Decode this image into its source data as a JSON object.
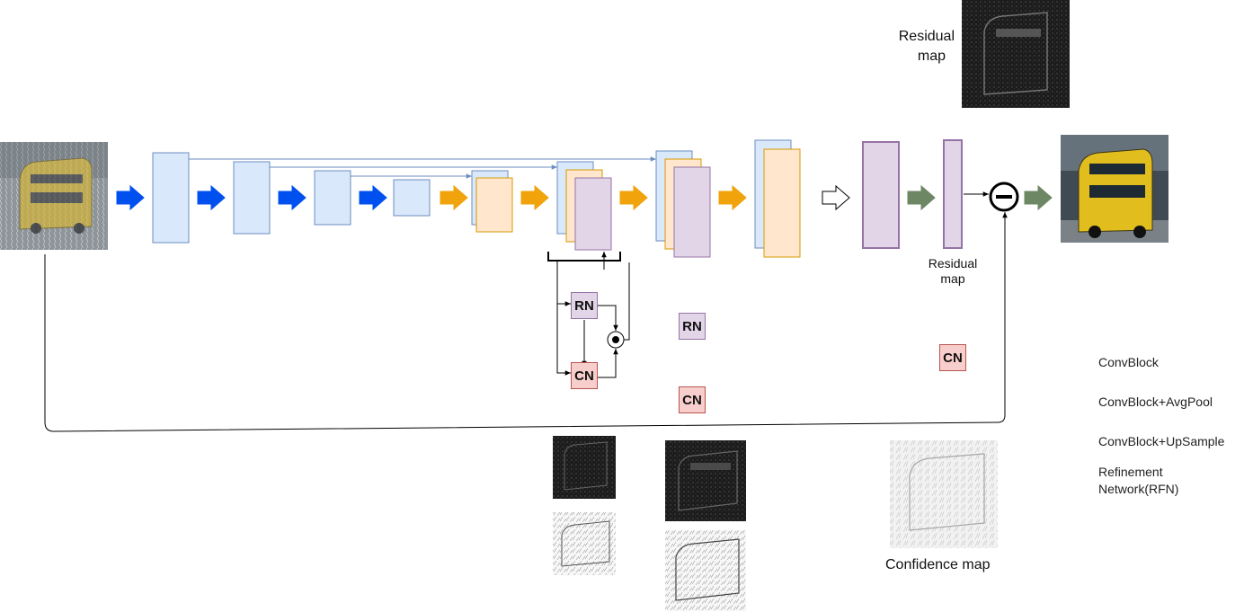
{
  "labels": {
    "residual_map_top": [
      "Residual",
      "map"
    ],
    "residual_map_mid": [
      "Residual",
      "map"
    ],
    "confidence_map": "Confidence map",
    "rn": "RN",
    "cn": "CN"
  },
  "legend": [
    {
      "icon": "white-arrow-icon",
      "color": "#ffffff",
      "label": "ConvBlock"
    },
    {
      "icon": "blue-arrow-icon",
      "color": "#0050ef",
      "label": "ConvBlock+AvgPool"
    },
    {
      "icon": "orange-arrow-icon",
      "color": "#f0a30a",
      "label": "ConvBlock+UpSample"
    },
    {
      "icon": "green-arrow-icon",
      "color": "#6d8764",
      "label": [
        "Refinement",
        "Network(RFN)"
      ]
    }
  ],
  "colors": {
    "encoder_fill": "#dae8fc",
    "encoder_stroke": "#6c8ebf",
    "decoder_fill": "#ffe6cc",
    "decoder_stroke": "#d79b00",
    "rn_fill": "#e1d5e7",
    "rn_stroke": "#9673a6",
    "cn_fill": "#f8cecc",
    "cn_stroke": "#b85450",
    "dashed_link": "#9933cc"
  }
}
